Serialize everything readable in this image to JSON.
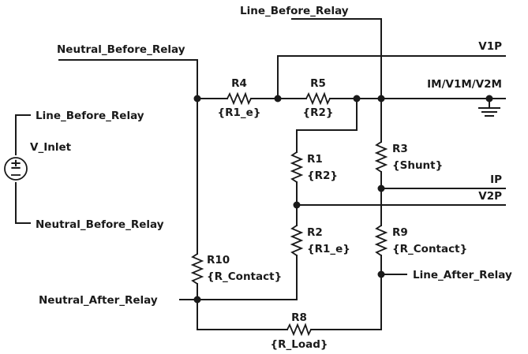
{
  "nets": {
    "line_before_relay_top": "Line_Before_Relay",
    "neutral_before_relay_top": "Neutral_Before_Relay",
    "v1p": "V1P",
    "im_v1m_v2m": "IM/V1M/V2M",
    "ip": "IP",
    "v2p": "V2P",
    "line_after_relay": "Line_After_Relay",
    "neutral_after_relay": "Neutral_After_Relay",
    "line_before_relay_left": "Line_Before_Relay",
    "neutral_before_relay_left": "Neutral_Before_Relay"
  },
  "source": {
    "name": "V_Inlet",
    "symbol": "±"
  },
  "resistors": {
    "r4": {
      "name": "R4",
      "value": "{R1_e}"
    },
    "r5": {
      "name": "R5",
      "value": "{R2}"
    },
    "r1": {
      "name": "R1",
      "value": "{R2}"
    },
    "r2": {
      "name": "R2",
      "value": "{R1_e}"
    },
    "r3": {
      "name": "R3",
      "value": "{Shunt}"
    },
    "r9": {
      "name": "R9",
      "value": "{R_Contact}"
    },
    "r10": {
      "name": "R10",
      "value": "{R_Contact}"
    },
    "r8": {
      "name": "R8",
      "value": "{R_Load}"
    }
  }
}
